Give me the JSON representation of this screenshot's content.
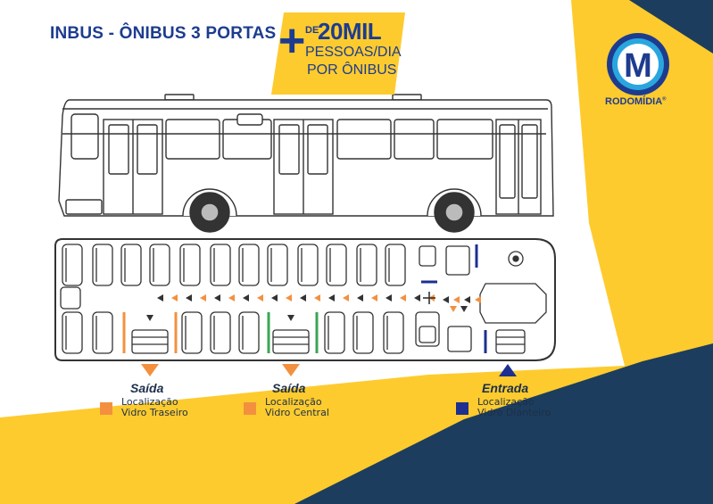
{
  "title": "INBUS - ÔNIBUS 3 PORTAS",
  "badge": {
    "plus": "+",
    "prefix": "DE",
    "number": "20MIL",
    "line2": "PESSOAS/DIA",
    "line3": "POR ÔNIBUS"
  },
  "logo": {
    "letter": "M",
    "brand": "RODOMÍDIA",
    "mark": "®"
  },
  "doors": [
    {
      "label": "Saída",
      "legend_line1": "Localização",
      "legend_line2": "Vidro Traseiro",
      "color": "#f3903f"
    },
    {
      "label": "Saída",
      "legend_line1": "Localização",
      "legend_line2": "Vidro Central",
      "color": "#f3903f"
    },
    {
      "label": "Entrada",
      "legend_line1": "Localização",
      "legend_line2": "Vidro Dianteiro",
      "color": "#1d2f8f"
    }
  ],
  "colors": {
    "navy": "#1d3c8f",
    "dark_navy": "#1c3d5e",
    "yellow": "#fecb2e",
    "orange": "#f3903f",
    "green": "#3aa655",
    "blue_marker": "#1d2f8f"
  }
}
